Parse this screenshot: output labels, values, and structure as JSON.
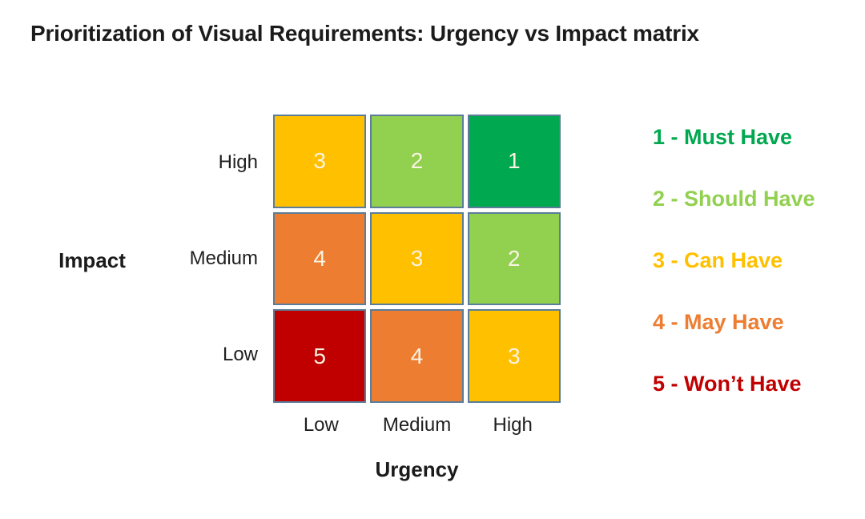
{
  "title": "Prioritization of Visual Requirements: Urgency vs Impact matrix",
  "palette": {
    "green": "#00A84F",
    "light_green": "#92D050",
    "yellow": "#FFC000",
    "orange": "#ED7D31",
    "red": "#C00000",
    "cell_border": "#5B7D99",
    "cell_text": "#FAF3E3",
    "text": "#1B1B1B"
  },
  "matrix": {
    "y_axis": {
      "label": "Impact",
      "ticks": [
        "High",
        "Medium",
        "Low"
      ]
    },
    "x_axis": {
      "label": "Urgency",
      "ticks": [
        "Low",
        "Medium",
        "High"
      ]
    },
    "cells": [
      [
        {
          "value": "3",
          "color": "yellow"
        },
        {
          "value": "2",
          "color": "light_green"
        },
        {
          "value": "1",
          "color": "green"
        }
      ],
      [
        {
          "value": "4",
          "color": "orange"
        },
        {
          "value": "3",
          "color": "yellow"
        },
        {
          "value": "2",
          "color": "light_green"
        }
      ],
      [
        {
          "value": "5",
          "color": "red"
        },
        {
          "value": "4",
          "color": "orange"
        },
        {
          "value": "3",
          "color": "yellow"
        }
      ]
    ]
  },
  "legend": {
    "items": [
      {
        "label": "1 - Must Have",
        "color": "green"
      },
      {
        "label": "2 - Should Have",
        "color": "light_green"
      },
      {
        "label": "3 - Can Have",
        "color": "yellow"
      },
      {
        "label": "4 - May Have",
        "color": "orange"
      },
      {
        "label": "5 - Won’t Have",
        "color": "red"
      }
    ]
  }
}
